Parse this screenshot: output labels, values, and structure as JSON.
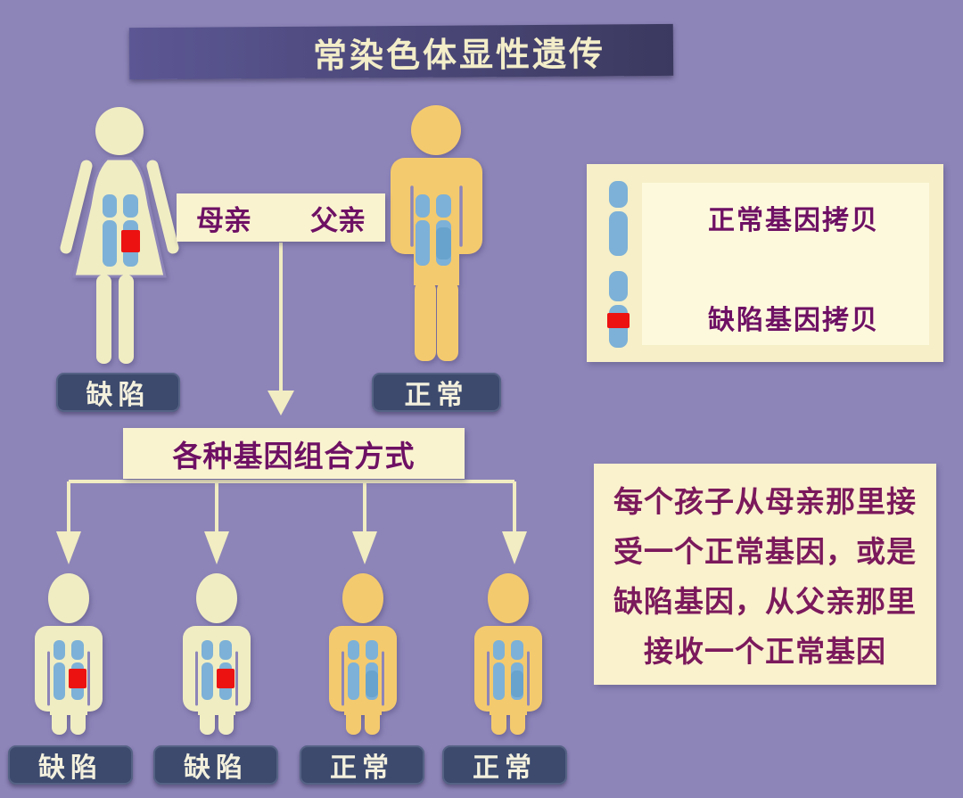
{
  "title": "常染色体显性遗传",
  "parents": {
    "mother_label": "母亲",
    "father_label": "父亲",
    "mother_status": "缺陷",
    "father_status": "正常"
  },
  "combination_box_label": "各种基因组合方式",
  "children": [
    {
      "label": "缺陷",
      "type": "affected"
    },
    {
      "label": "缺陷",
      "type": "affected"
    },
    {
      "label": "正常",
      "type": "normal"
    },
    {
      "label": "正常",
      "type": "normal"
    }
  ],
  "legend": {
    "normal_gene_label": "正常基因拷贝",
    "defect_gene_label": "缺陷基因拷贝"
  },
  "note": {
    "lines": [
      "每个孩子从母亲那里接",
      "受一个正常基因，或是",
      "缺陷基因，从父亲那里",
      "接收一个正常基因"
    ]
  },
  "colors": {
    "background": "#8d85b8",
    "title_bar_left": "#5c5794",
    "title_bar_right": "#3b395f",
    "title_text": "#f3edc9",
    "cream_panel": "#faf3d0",
    "navy_box": "#3d4a6e",
    "magenta_text": "#6e1164",
    "note_text": "#7b195c",
    "figure_cream": "#f0edc3",
    "figure_gold": "#f4ca6e",
    "chromosome_blue": "#7db1d7",
    "chromosome_dark_patch": "#68a3cd",
    "defect_red": "#ec1212",
    "arrow_cream": "#f2edc2"
  }
}
